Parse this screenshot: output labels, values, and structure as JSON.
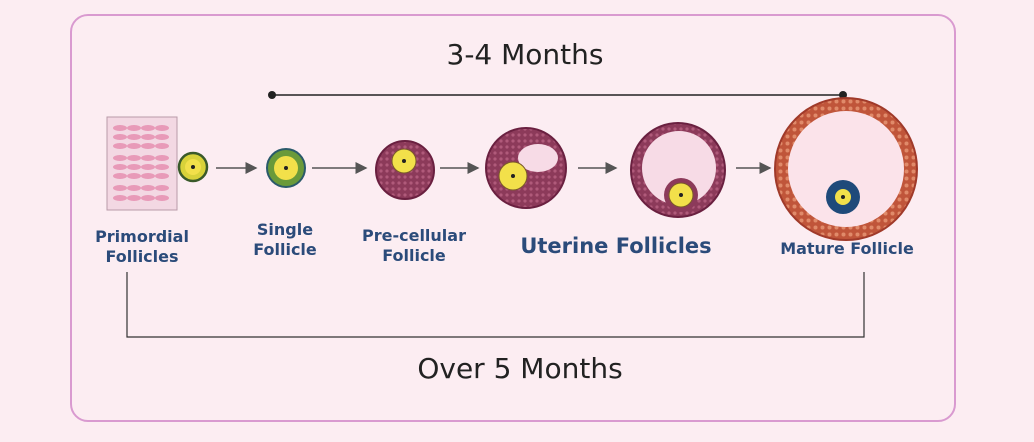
{
  "durations": {
    "short": "3-4 Months",
    "long": "Over 5 Months"
  },
  "stages": [
    {
      "line1": "Primordial",
      "line2": "Follicles"
    },
    {
      "line1": "Single",
      "line2": "Follicle"
    },
    {
      "line1": "Pre-cellular",
      "line2": "Follicle"
    },
    {
      "line1": "Uterine Follicles",
      "line2": ""
    },
    {
      "line1": "Mature Follicle",
      "line2": ""
    }
  ],
  "colors": {
    "background": "#fcedf2",
    "border": "#d99ad0",
    "label": "#2b4b7a",
    "follicle_wall": "#7a2a4a",
    "oocyte": "#f2e04a",
    "mature_wall": "#c85a3a"
  }
}
